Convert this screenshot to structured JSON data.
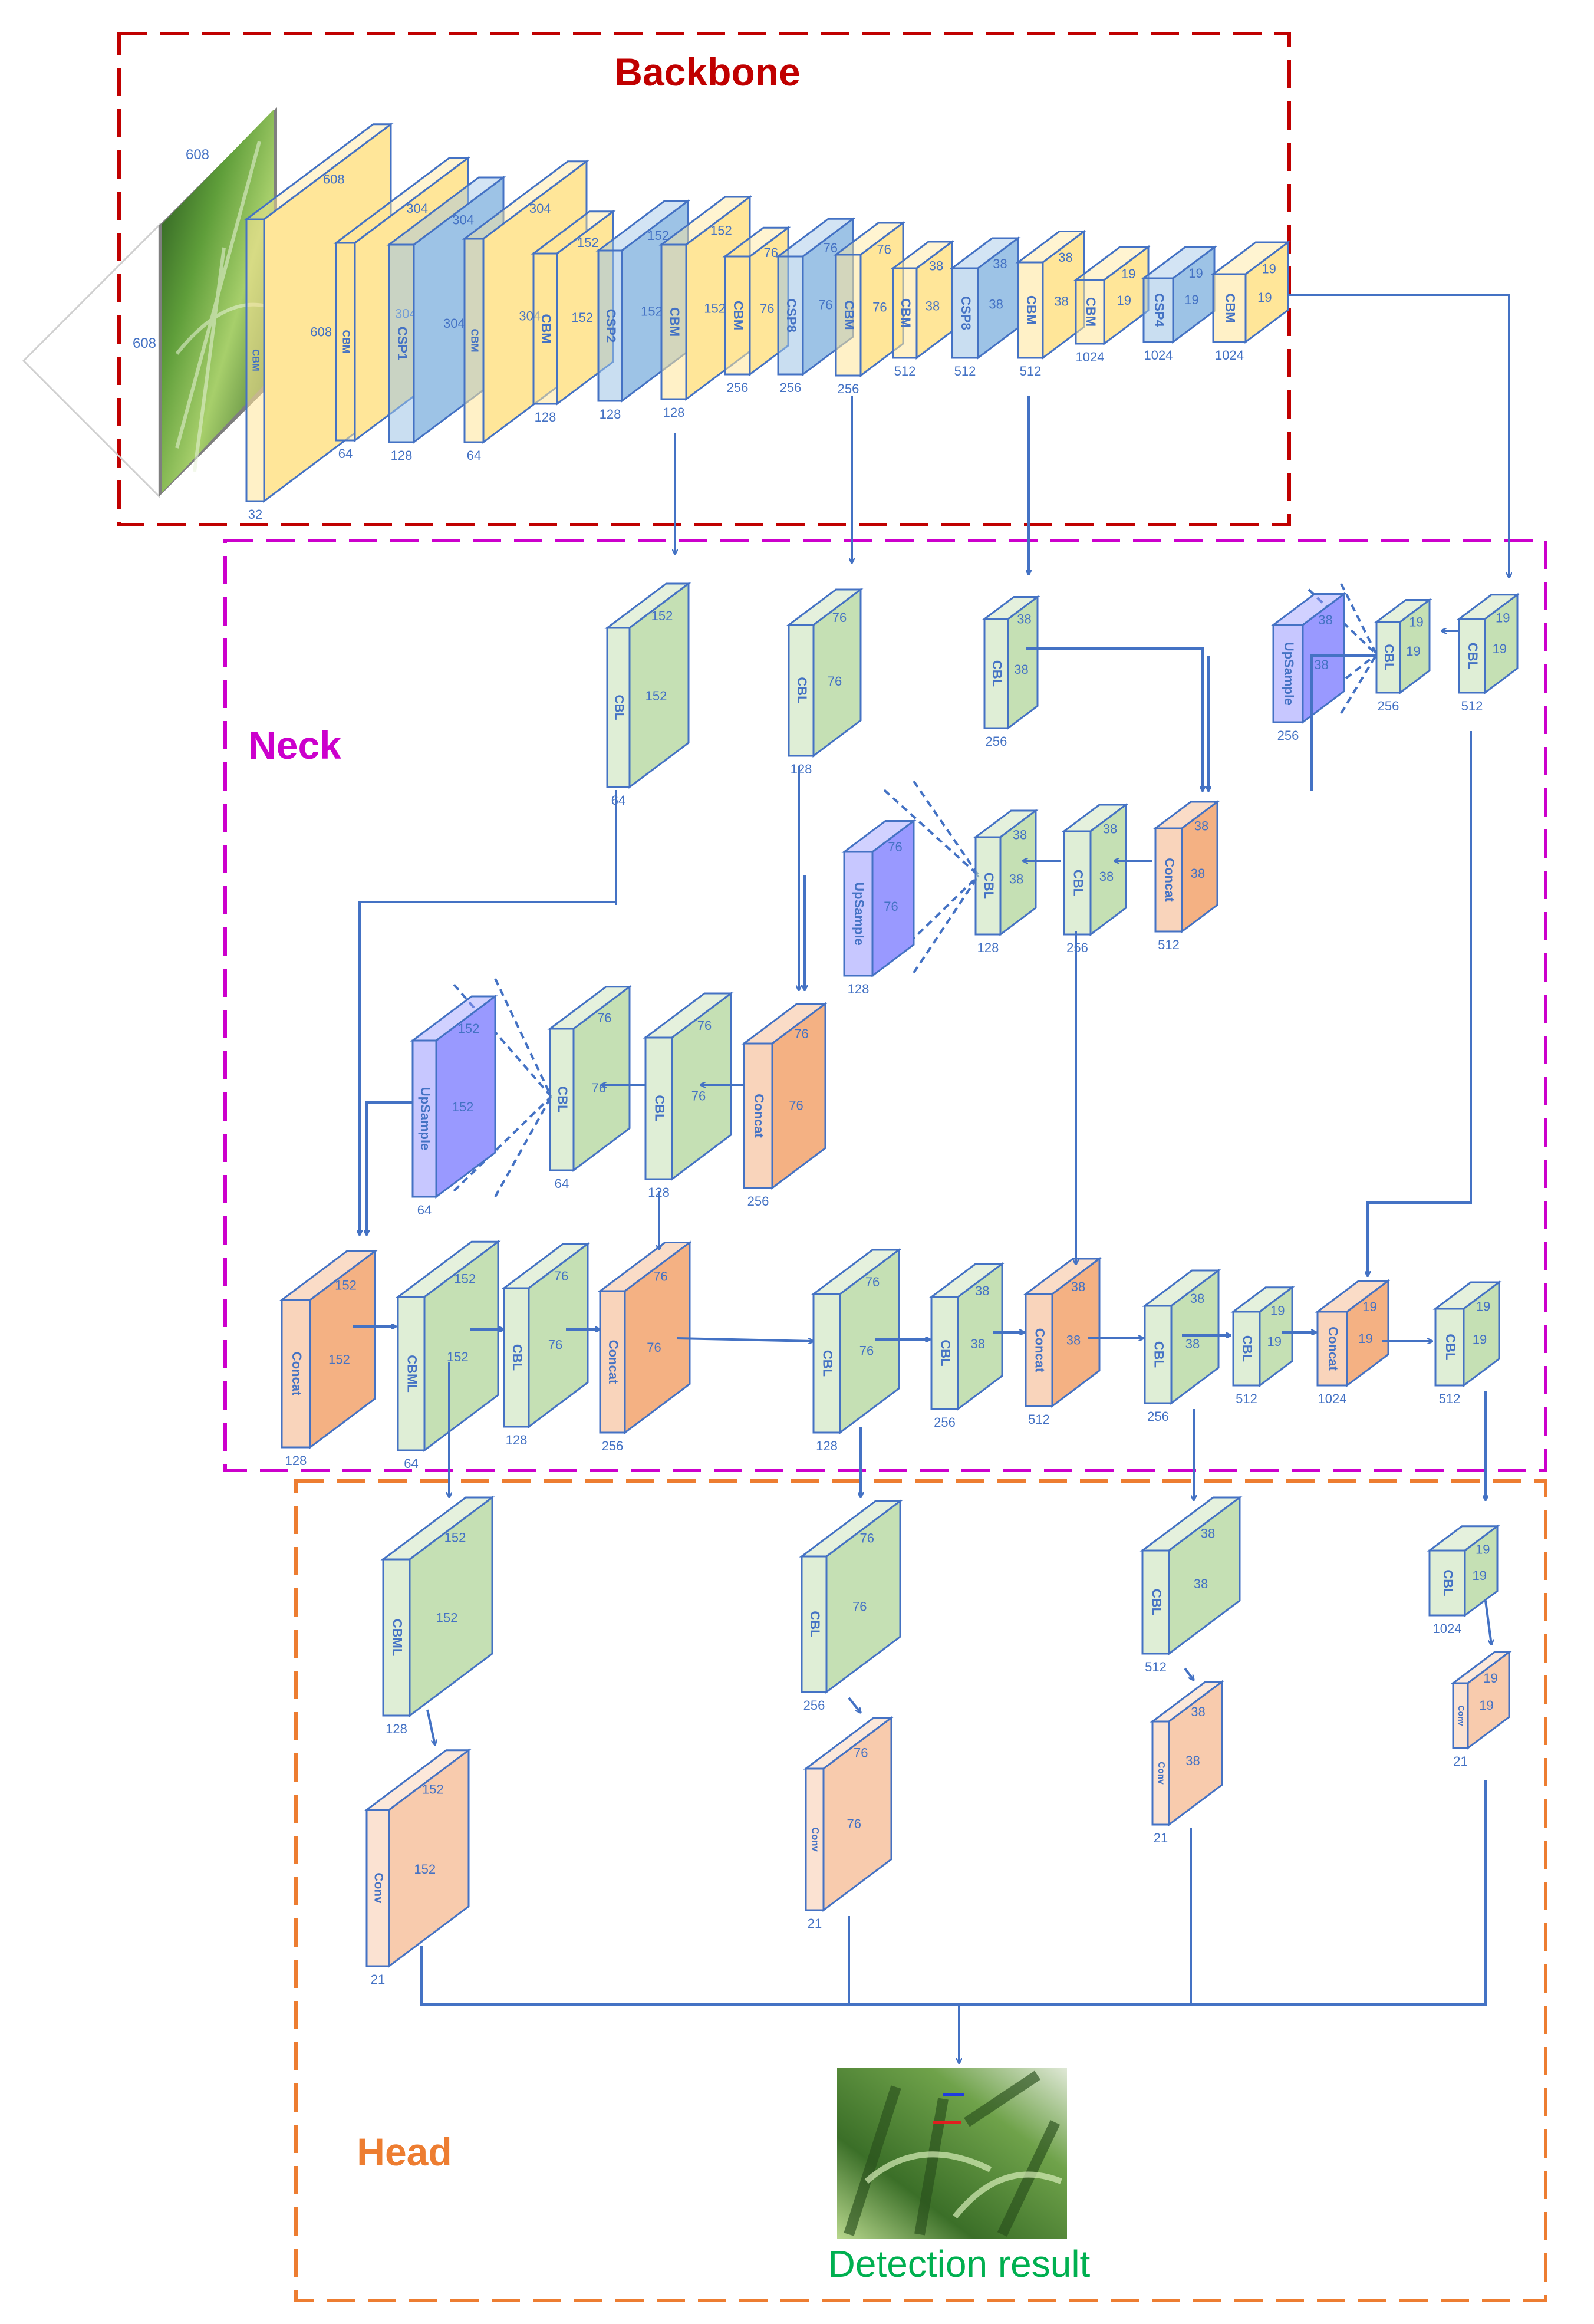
{
  "sections": {
    "backbone": {
      "title": "Backbone",
      "color": "#c00000"
    },
    "neck": {
      "title": "Neck",
      "color": "#cc00cc"
    },
    "head": {
      "title": "Head",
      "color": "#ed7d31"
    }
  },
  "input_image": {
    "width_label": "608",
    "height_label": "608"
  },
  "result": {
    "caption": "Detection result",
    "caption_color": "#00b050"
  },
  "colors": {
    "cbm": "#ffe699",
    "csp": "#9dc3e6",
    "cbl": "#c5e0b4",
    "concat": "#f4b183",
    "upsample": "#9999ff",
    "conv": "#f8cbad",
    "outline": "#4472c4",
    "text": "#4472c4",
    "arrow": "#4472c4"
  },
  "blocks": {
    "b0": {
      "name": "CBM",
      "dims": [
        "608",
        "608"
      ],
      "channels": "32",
      "type": "cbm"
    },
    "b1": {
      "name": "CBM",
      "dims": [
        "304",
        "304"
      ],
      "channels": "64",
      "type": "cbm"
    },
    "b2": {
      "name": "CSP1",
      "dims": [
        "304",
        "304"
      ],
      "channels": "128",
      "type": "csp"
    },
    "b3": {
      "name": "CBM",
      "dims": [
        "304",
        "304"
      ],
      "channels": "64",
      "type": "cbm"
    },
    "b4": {
      "name": "CBM",
      "dims": [
        "152",
        "152"
      ],
      "channels": "128",
      "type": "cbm"
    },
    "b5": {
      "name": "CSP2",
      "dims": [
        "152",
        "152"
      ],
      "channels": "128",
      "type": "csp"
    },
    "b6": {
      "name": "CBM",
      "dims": [
        "152",
        "152"
      ],
      "channels": "128",
      "type": "cbm"
    },
    "b7": {
      "name": "CBM",
      "dims": [
        "76",
        "76"
      ],
      "channels": "256",
      "type": "cbm"
    },
    "b8": {
      "name": "CSP8",
      "dims": [
        "76",
        "76"
      ],
      "channels": "256",
      "type": "csp"
    },
    "b9": {
      "name": "CBM",
      "dims": [
        "76",
        "76"
      ],
      "channels": "256",
      "type": "cbm"
    },
    "b10": {
      "name": "CBM",
      "dims": [
        "38",
        "38"
      ],
      "channels": "512",
      "type": "cbm"
    },
    "b11": {
      "name": "CSP8",
      "dims": [
        "38",
        "38"
      ],
      "channels": "512",
      "type": "csp"
    },
    "b12": {
      "name": "CBM",
      "dims": [
        "38",
        "38"
      ],
      "channels": "512",
      "type": "cbm"
    },
    "b13": {
      "name": "CBM",
      "dims": [
        "19",
        "19"
      ],
      "channels": "1024",
      "type": "cbm"
    },
    "b14": {
      "name": "CSP4",
      "dims": [
        "19",
        "19"
      ],
      "channels": "1024",
      "type": "csp"
    },
    "b15": {
      "name": "CBM",
      "dims": [
        "19",
        "19"
      ],
      "channels": "1024",
      "type": "cbm"
    },
    "n1": {
      "name": "CBL",
      "dims": [
        "152",
        "152"
      ],
      "channels": "64",
      "type": "cbl"
    },
    "n2": {
      "name": "CBL",
      "dims": [
        "76",
        "76"
      ],
      "channels": "128",
      "type": "cbl"
    },
    "n3": {
      "name": "CBL",
      "dims": [
        "38",
        "38"
      ],
      "channels": "256",
      "type": "cbl"
    },
    "n4": {
      "name": "UpSample",
      "dims": [
        "38",
        "38"
      ],
      "channels": "256",
      "type": "upsample"
    },
    "n5": {
      "name": "CBL",
      "dims": [
        "19",
        "19"
      ],
      "channels": "256",
      "type": "cbl"
    },
    "n6": {
      "name": "CBL",
      "dims": [
        "19",
        "19"
      ],
      "channels": "512",
      "type": "cbl"
    },
    "n7": {
      "name": "UpSample",
      "dims": [
        "76",
        "76"
      ],
      "channels": "128",
      "type": "upsample"
    },
    "n8": {
      "name": "CBL",
      "dims": [
        "38",
        "38"
      ],
      "channels": "128",
      "type": "cbl"
    },
    "n9": {
      "name": "CBL",
      "dims": [
        "38",
        "38"
      ],
      "channels": "256",
      "type": "cbl"
    },
    "n10": {
      "name": "Concat",
      "dims": [
        "38",
        "38"
      ],
      "channels": "512",
      "type": "concat"
    },
    "n11": {
      "name": "UpSample",
      "dims": [
        "152",
        "152"
      ],
      "channels": "64",
      "type": "upsample"
    },
    "n12": {
      "name": "CBL",
      "dims": [
        "76",
        "76"
      ],
      "channels": "64",
      "type": "cbl"
    },
    "n13": {
      "name": "CBL",
      "dims": [
        "76",
        "76"
      ],
      "channels": "128",
      "type": "cbl"
    },
    "n14": {
      "name": "Concat",
      "dims": [
        "76",
        "76"
      ],
      "channels": "256",
      "type": "concat"
    },
    "n15": {
      "name": "Concat",
      "dims": [
        "152",
        "152"
      ],
      "channels": "128",
      "type": "concat"
    },
    "n16": {
      "name": "CBML",
      "dims": [
        "152",
        "152"
      ],
      "channels": "64",
      "type": "cbl"
    },
    "n17": {
      "name": "CBL",
      "dims": [
        "76",
        "76"
      ],
      "channels": "128",
      "type": "cbl"
    },
    "n18": {
      "name": "Concat",
      "dims": [
        "76",
        "76"
      ],
      "channels": "256",
      "type": "concat"
    },
    "n19": {
      "name": "CBL",
      "dims": [
        "76",
        "76"
      ],
      "channels": "128",
      "type": "cbl"
    },
    "n20": {
      "name": "CBL",
      "dims": [
        "38",
        "38"
      ],
      "channels": "256",
      "type": "cbl"
    },
    "n21": {
      "name": "Concat",
      "dims": [
        "38",
        "38"
      ],
      "channels": "512",
      "type": "concat"
    },
    "n22": {
      "name": "CBL",
      "dims": [
        "38",
        "38"
      ],
      "channels": "256",
      "type": "cbl"
    },
    "n23": {
      "name": "CBL",
      "dims": [
        "19",
        "19"
      ],
      "channels": "512",
      "type": "cbl"
    },
    "n24": {
      "name": "Concat",
      "dims": [
        "19",
        "19"
      ],
      "channels": "1024",
      "type": "concat"
    },
    "n25": {
      "name": "CBL",
      "dims": [
        "19",
        "19"
      ],
      "channels": "512",
      "type": "cbl"
    },
    "h1": {
      "name": "CBML",
      "dims": [
        "152",
        "152"
      ],
      "channels": "128",
      "type": "cbl"
    },
    "h2": {
      "name": "CBL",
      "dims": [
        "76",
        "76"
      ],
      "channels": "256",
      "type": "cbl"
    },
    "h3": {
      "name": "CBL",
      "dims": [
        "38",
        "38"
      ],
      "channels": "512",
      "type": "cbl"
    },
    "h4": {
      "name": "CBL",
      "dims": [
        "19",
        "19"
      ],
      "channels": "1024",
      "type": "cbl"
    },
    "h5": {
      "name": "Conv",
      "dims": [
        "152",
        "152"
      ],
      "channels": "21",
      "type": "conv"
    },
    "h6": {
      "name": "Conv",
      "dims": [
        "76",
        "76"
      ],
      "channels": "21",
      "type": "conv"
    },
    "h7": {
      "name": "Conv",
      "dims": [
        "38",
        "38"
      ],
      "channels": "21",
      "type": "conv"
    },
    "h8": {
      "name": "Conv",
      "dims": [
        "19",
        "19"
      ],
      "channels": "21",
      "type": "conv"
    }
  }
}
